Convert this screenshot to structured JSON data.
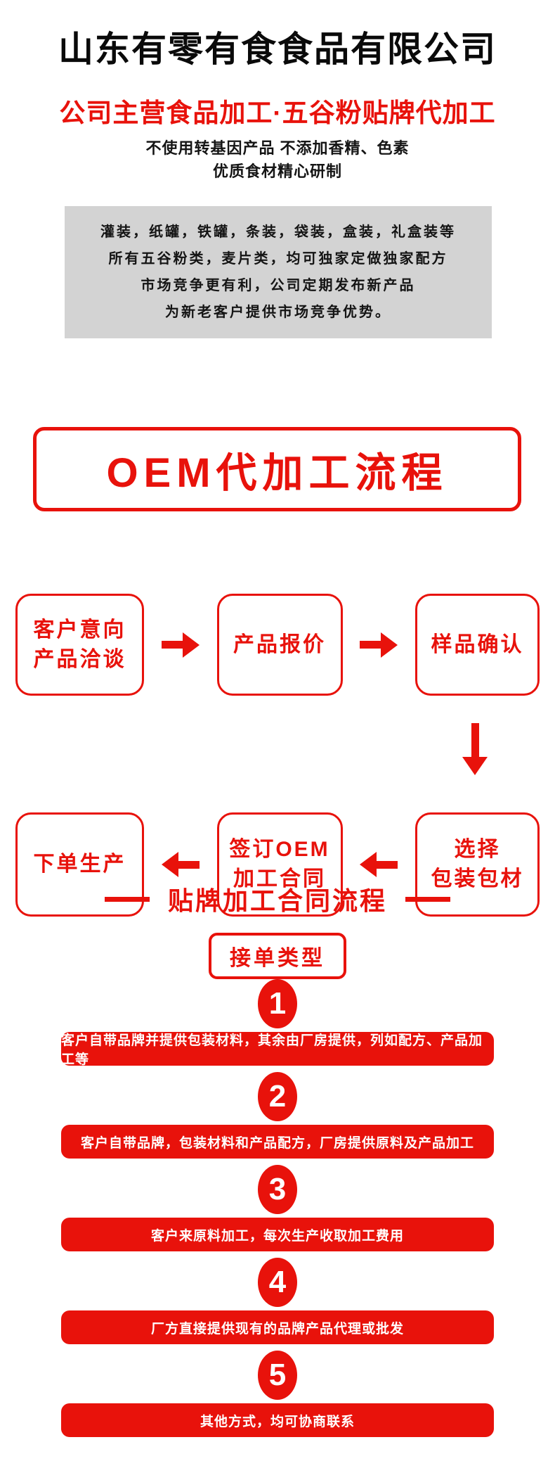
{
  "header": {
    "company_name": "山东有零有食食品有限公司",
    "business_line": "公司主营食品加工·五谷粉贴牌代加工",
    "tagline_line1": "不使用转基因产品 不添加香精、色素",
    "tagline_line2": "优质食材精心研制"
  },
  "intro_box": {
    "lines": [
      "灌装，纸罐，铁罐，条装，袋装，盒装，礼盒装等",
      "所有五谷粉类，麦片类，均可独家定做独家配方",
      "市场竞争更有利，公司定期发布新产品",
      "为新老客户提供市场竞争优势。"
    ]
  },
  "oem_flow": {
    "title": "OEM代加工流程",
    "row1": [
      {
        "lines": [
          "客户意向",
          "产品洽谈"
        ]
      },
      {
        "lines": [
          "产品报价"
        ]
      },
      {
        "lines": [
          "样品确认"
        ]
      }
    ],
    "row2": [
      {
        "lines": [
          "下单生产"
        ]
      },
      {
        "lines": [
          "签订OEM",
          "加工合同"
        ]
      },
      {
        "lines": [
          "选择",
          "包装包材"
        ]
      }
    ]
  },
  "contract_flow": {
    "title": "贴牌加工合同流程",
    "order_type_label": "接单类型",
    "steps": [
      {
        "num": "1",
        "text": "客户自带品牌并提供包装材料，其余由厂房提供，列如配方、产品加工等"
      },
      {
        "num": "2",
        "text": "客户自带品牌，包装材料和产品配方，厂房提供原料及产品加工"
      },
      {
        "num": "3",
        "text": "客户来原料加工，每次生产收取加工费用"
      },
      {
        "num": "4",
        "text": "厂方直接提供现有的品牌产品代理或批发"
      },
      {
        "num": "5",
        "text": "其他方式，均可协商联系"
      }
    ]
  },
  "colors": {
    "accent_red": "#e8120b",
    "gray_box_bg": "#d3d3d3",
    "text_black": "#0a0a0a",
    "banner_text": "#ffffff"
  }
}
